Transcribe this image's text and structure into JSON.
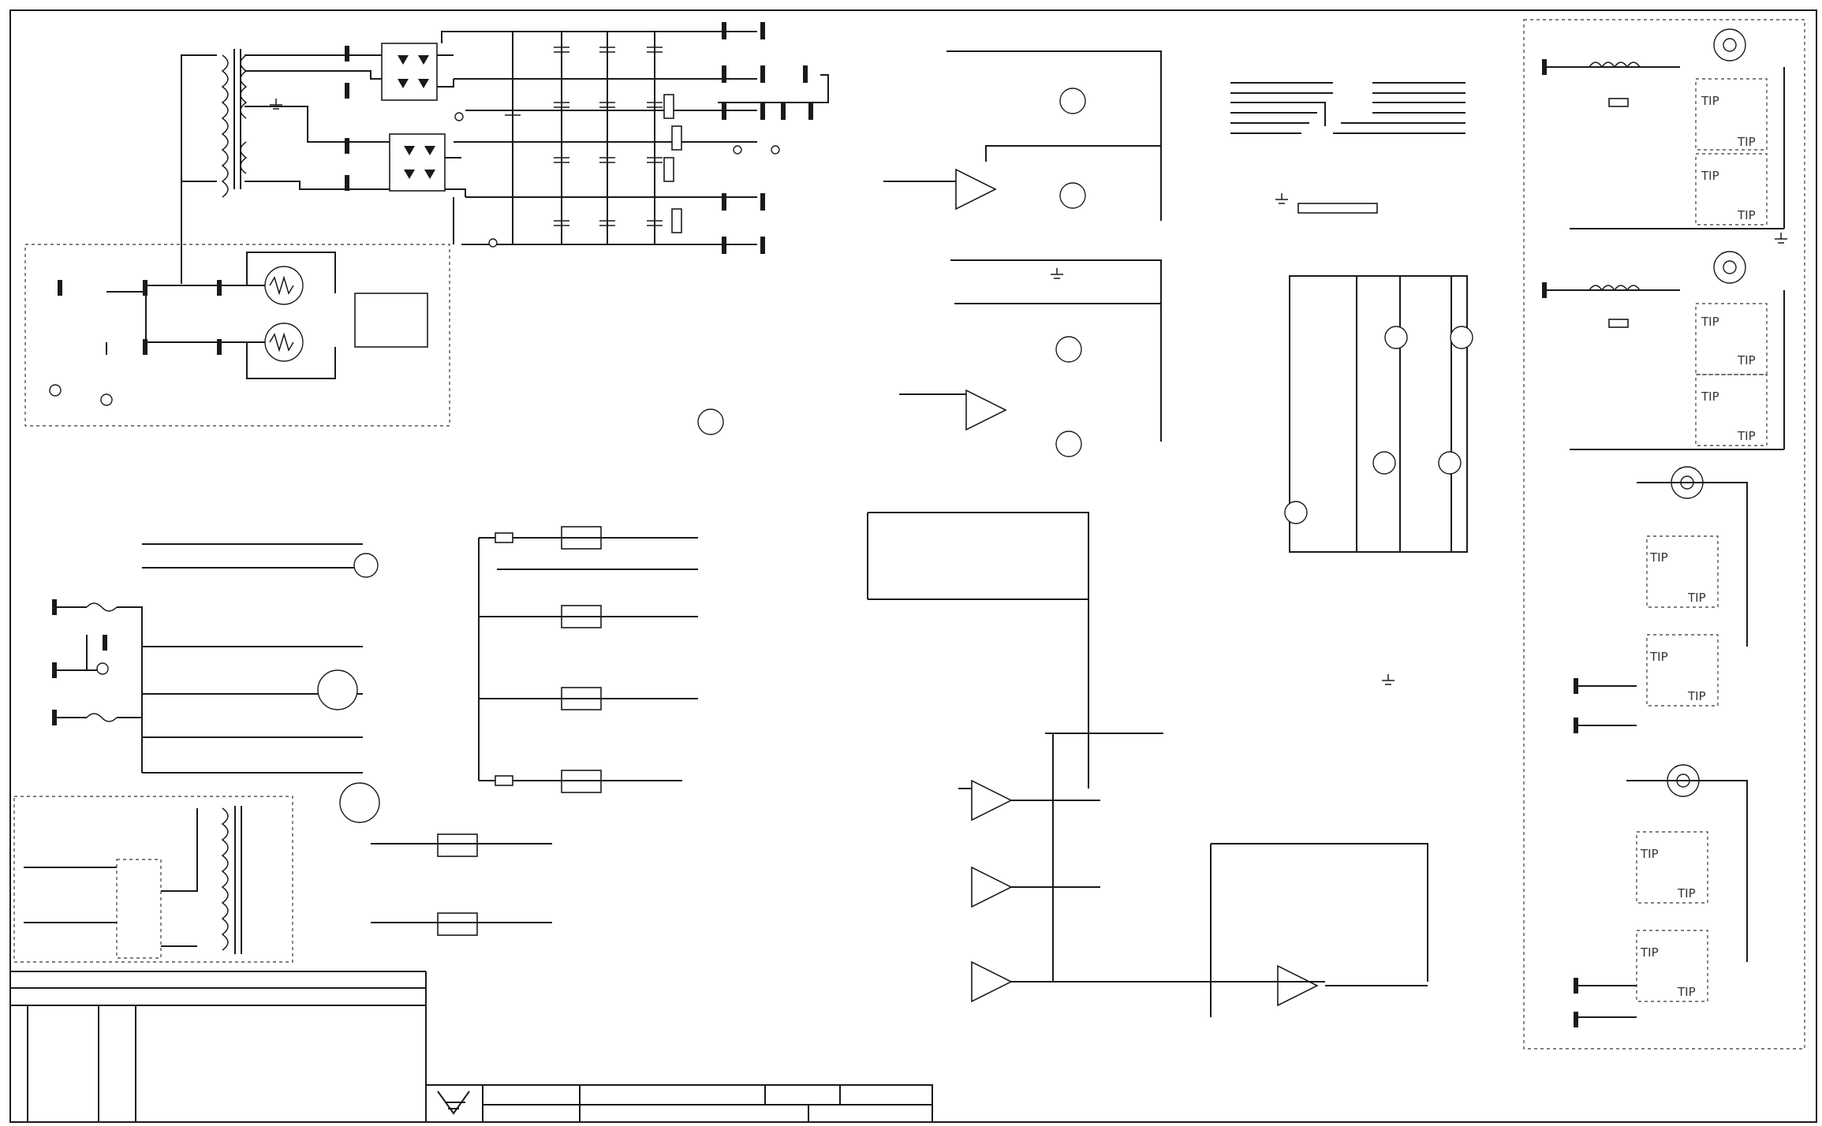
{
  "diagram": {
    "kind": "electrical schematic",
    "stroke_color": "#1a1a1a",
    "background_color": "#ffffff"
  },
  "right_panel": {
    "jack_labels": [
      "TIP",
      "TIP",
      "TIP",
      "TIP",
      "TIP",
      "TIP",
      "TIP",
      "TIP",
      "TIP",
      "TIP",
      "TIP",
      "TIP",
      "TIP",
      "TIP",
      "TIP",
      "TIP"
    ]
  },
  "title_block": {
    "logo_icon": "company-logo-icon"
  },
  "icons": {
    "ground": "ground-icon",
    "transistor": "transistor-icon",
    "opamp": "opamp-icon",
    "rectifier": "bridge-rectifier-icon",
    "transformer": "transformer-icon",
    "thermistor": "thermistor-icon",
    "speaker_jack": "speaker-jack-icon"
  }
}
